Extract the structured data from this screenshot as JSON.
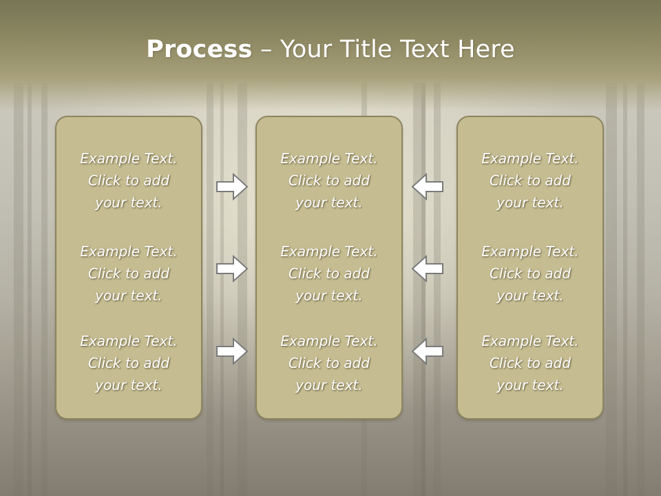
{
  "slide": {
    "title_bold": "Process",
    "title_rest": " – Your Title Text Here"
  },
  "columns": [
    {
      "items": [
        {
          "lines": [
            "Example Text.",
            "Click  to add",
            "your text."
          ]
        },
        {
          "lines": [
            "Example Text.",
            "Click  to add",
            "your text."
          ]
        },
        {
          "lines": [
            "Example Text.",
            "Click  to add",
            "your text."
          ]
        }
      ]
    },
    {
      "items": [
        {
          "lines": [
            "Example Text.",
            "Click  to add",
            "your text."
          ]
        },
        {
          "lines": [
            "Example Text.",
            "Click  to add",
            "your text."
          ]
        },
        {
          "lines": [
            "Example Text.",
            "Click  to add",
            "your text."
          ]
        }
      ]
    },
    {
      "items": [
        {
          "lines": [
            "Example Text.",
            "Click  to add",
            "your text."
          ]
        },
        {
          "lines": [
            "Example Text.",
            "Click  to add",
            "your text."
          ]
        },
        {
          "lines": [
            "Example Text.",
            "Click  to add",
            "your text."
          ]
        }
      ]
    }
  ],
  "arrows": {
    "left_column": [
      "arrow-right-icon",
      "arrow-right-icon",
      "arrow-right-icon"
    ],
    "right_column": [
      "arrow-left-icon",
      "arrow-left-icon",
      "arrow-left-icon"
    ]
  },
  "colors": {
    "box_fill": "#c5bc91",
    "box_border": "#8c8460",
    "title_band": "#8d8862",
    "text": "#ffffff",
    "arrow_fill": "#ffffff",
    "arrow_stroke": "#7a7a7a"
  }
}
